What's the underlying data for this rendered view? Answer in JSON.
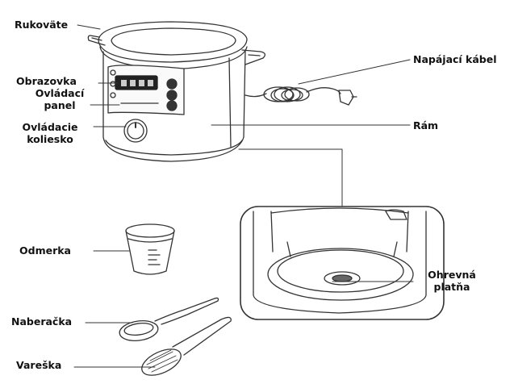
{
  "labels": {
    "handles": "Rukoväte",
    "screen": "Obrazovka",
    "control_panel_1": "Ovládací",
    "control_panel_2": "panel",
    "control_knob_1": "Ovládacie",
    "control_knob_2": "koliesko",
    "power_cord": "Napájací kábel",
    "body": "Rám",
    "measuring_cup": "Odmerka",
    "heating_plate_1": "Ohrevná",
    "heating_plate_2": "platňa",
    "ladle": "Naberačka",
    "spatula": "Vareška"
  },
  "colors": {
    "line": "#333333",
    "panel": "#222222",
    "background": "#ffffff"
  }
}
